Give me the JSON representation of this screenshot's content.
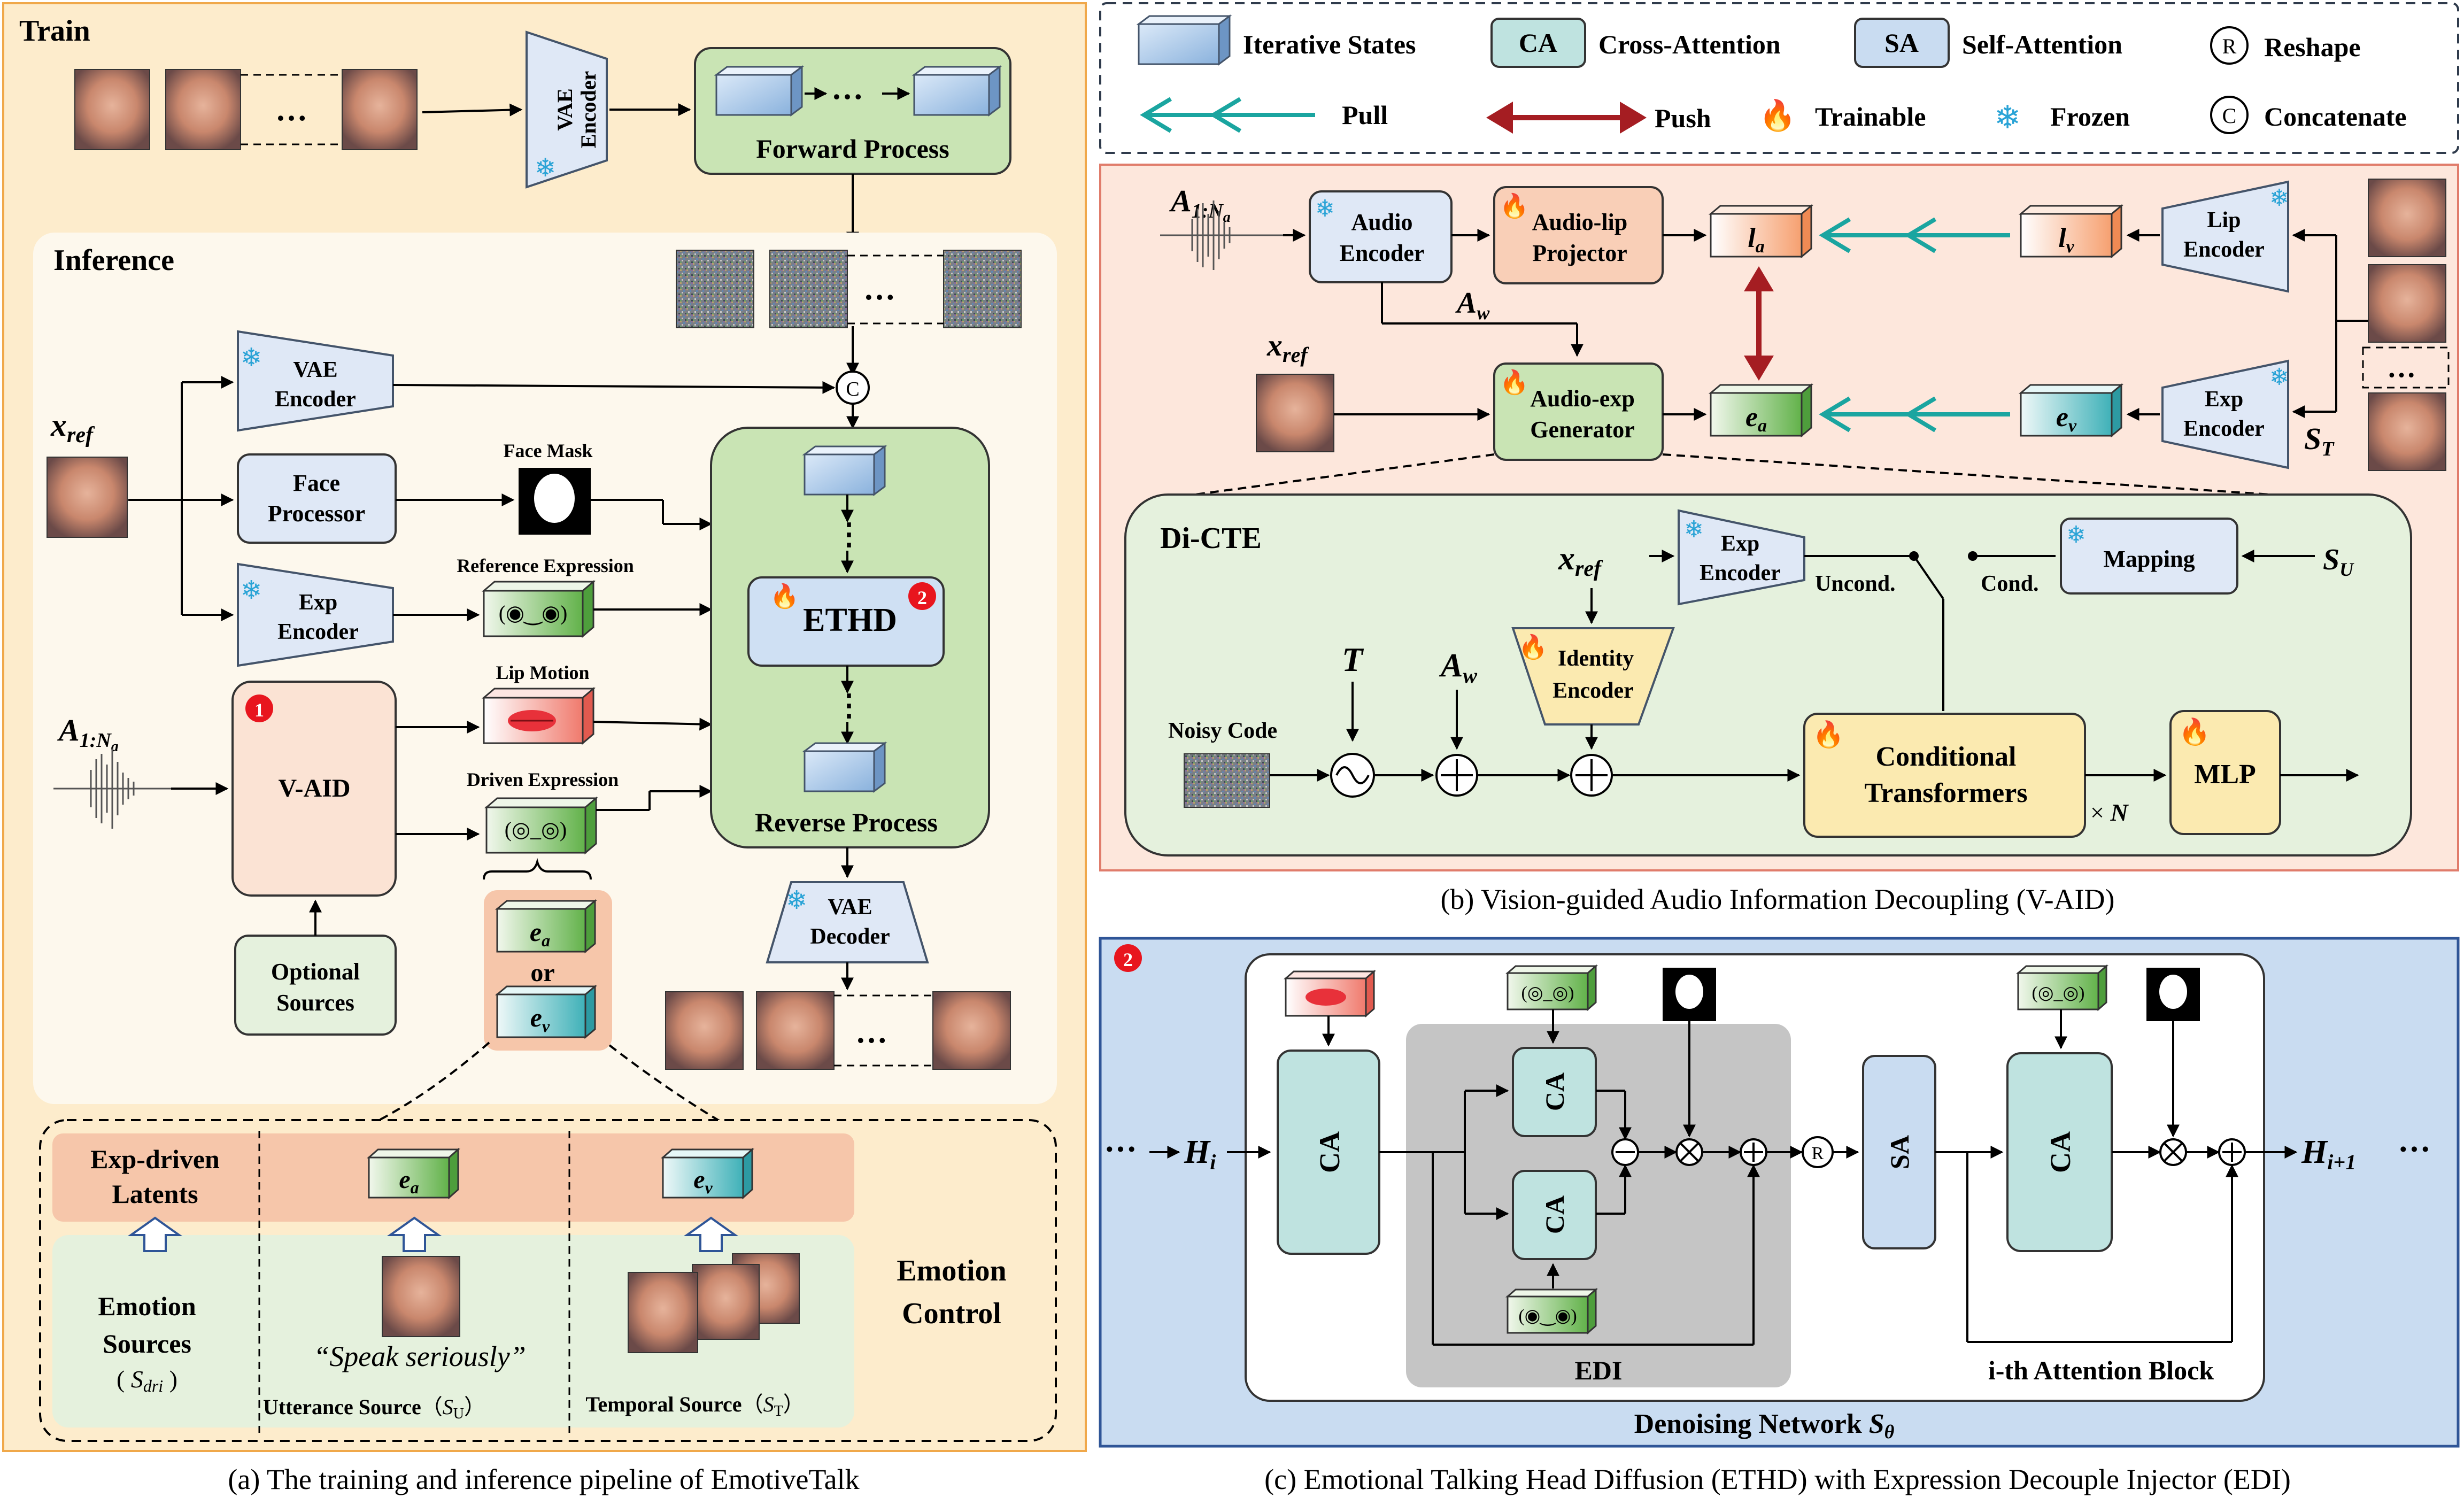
{
  "train": {
    "title": "Train",
    "vae_encoder": [
      "VAE",
      "Encoder"
    ],
    "forward_process": "Forward Process"
  },
  "inference": {
    "title": "Inference",
    "x_ref": "x",
    "x_ref_sub": "ref",
    "vae_encoder": [
      "VAE",
      "Encoder"
    ],
    "face_processor": [
      "Face",
      "Processor"
    ],
    "exp_encoder": [
      "Exp",
      "Encoder"
    ],
    "face_mask": "Face Mask",
    "reference_expression": "Reference Expression",
    "lip_motion": "Lip Motion",
    "driven_expression": "Driven Expression",
    "audio": "A",
    "audio_sub": "1:N",
    "audio_subsub": "a",
    "vaid": "V-AID",
    "optional_sources": [
      "Optional",
      "Sources"
    ],
    "ethd": "ETHD",
    "reverse_process": "Reverse Process",
    "vae_decoder": [
      "VAE",
      "Decoder"
    ],
    "or": "or",
    "e_a": "e",
    "e_a_sub": "a",
    "e_v": "e",
    "e_v_sub": "v",
    "badge1": "1",
    "badge2": "2"
  },
  "emotion_control": {
    "title": [
      "Emotion",
      "Control"
    ],
    "latents": [
      "Exp-driven",
      "Latents"
    ],
    "sources": [
      "Emotion",
      "Sources"
    ],
    "sources_sym": "S",
    "sources_sub": "dri",
    "utterance_quote": "“Speak seriously”",
    "utterance_label": "Utterance Source",
    "utterance_sym": "S",
    "utterance_sub": "U",
    "temporal_label": "Temporal Source",
    "temporal_sym": "S",
    "temporal_sub": "T"
  },
  "legend": {
    "iterative_states": "Iterative States",
    "ca_box": "CA",
    "ca_label": "Cross-Attention",
    "sa_box": "SA",
    "sa_label": "Self-Attention",
    "r_circle": "R",
    "reshape": "Reshape",
    "pull": "Pull",
    "push": "Push",
    "trainable": "Trainable",
    "frozen": "Frozen",
    "c_circle": "C",
    "concatenate": "Concatenate"
  },
  "vaid": {
    "audio": "A",
    "audio_sub": "1:N",
    "audio_subsub": "a",
    "audio_encoder": [
      "Audio",
      "Encoder"
    ],
    "audio_lip_projector": [
      "Audio-lip",
      "Projector"
    ],
    "audio_exp_generator": [
      "Audio-exp",
      "Generator"
    ],
    "a_w": "A",
    "a_w_sub": "w",
    "x_ref": "x",
    "x_ref_sub": "ref",
    "l_a": "l",
    "l_a_sub": "a",
    "l_v": "l",
    "l_v_sub": "v",
    "e_a": "e",
    "e_a_sub": "a",
    "e_v": "e",
    "e_v_sub": "v",
    "lip_encoder": [
      "Lip",
      "Encoder"
    ],
    "exp_encoder": [
      "Exp",
      "Encoder"
    ],
    "s_t": "S",
    "s_t_sub": "T",
    "dicte": "Di-CTE",
    "dicte_exp_encoder": [
      "Exp",
      "Encoder"
    ],
    "mapping": "Mapping",
    "s_u": "S",
    "s_u_sub": "U",
    "uncond": "Uncond.",
    "cond": "Cond.",
    "t_symbol": "T",
    "identity_encoder": [
      "Identity",
      "Encoder"
    ],
    "noisy_code": "Noisy Code",
    "conditional_transformers": [
      "Conditional",
      "Transformers"
    ],
    "times_n": "× N",
    "mlp": "MLP",
    "caption": "(b)  Vision-guided Audio Information Decoupling (V-AID)"
  },
  "ethd": {
    "badge": "2",
    "h_i": "H",
    "h_i_sub": "i",
    "h_next": "H",
    "h_next_sub": "i+1",
    "ca": "CA",
    "sa": "SA",
    "r": "R",
    "edi": "EDI",
    "attention_block": "i-th Attention Block",
    "denoising": "Denoising Network",
    "denoising_sym": "S",
    "denoising_sub": "θ",
    "caption": "(c)  Emotional Talking Head Diffusion (ETHD) with Expression Decouple Injector (EDI)"
  },
  "caption_a": "(a) The training and inference pipeline of  EmotiveTalk"
}
